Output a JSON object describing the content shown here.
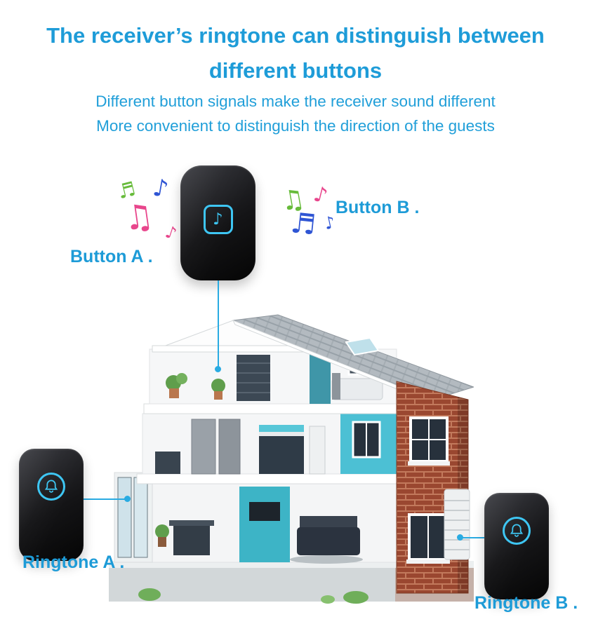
{
  "title": {
    "line1": "The receiver’s ringtone can distinguish between",
    "line2": "different buttons"
  },
  "subtitle": {
    "line1": "Different button signals make the receiver sound different",
    "line2": "More convenient to distinguish the direction of the guests"
  },
  "labels": {
    "button_a": "Button A .",
    "button_b": "Button B .",
    "ringtone_a": "Ringtone A .",
    "ringtone_b": "Ringtone B ."
  },
  "receiver": {
    "icon": "music-note-icon",
    "glyph": "♪"
  },
  "notes": {
    "left": [
      {
        "glyph": "♬",
        "color": "green"
      },
      {
        "glyph": "♪",
        "color": "blue"
      },
      {
        "glyph": "♫",
        "color": "pink"
      },
      {
        "glyph": "♪",
        "color": "pink"
      }
    ],
    "right": [
      {
        "glyph": "♫",
        "color": "green"
      },
      {
        "glyph": "♪",
        "color": "pink"
      },
      {
        "glyph": "♬",
        "color": "blue"
      },
      {
        "glyph": "♪",
        "color": "blue"
      }
    ]
  },
  "colors": {
    "heading_blue": "#1e9cd8",
    "accent_cyan": "#3ec6f3",
    "connector_blue": "#29abe2",
    "device_black": "#121214",
    "note_pink": "#e8468c",
    "note_blue": "#2f55d4",
    "note_green": "#67bb3a",
    "brick_red": "#9a4730",
    "roof_gray": "#b3bac0",
    "teal_wall": "#3db4c6"
  }
}
